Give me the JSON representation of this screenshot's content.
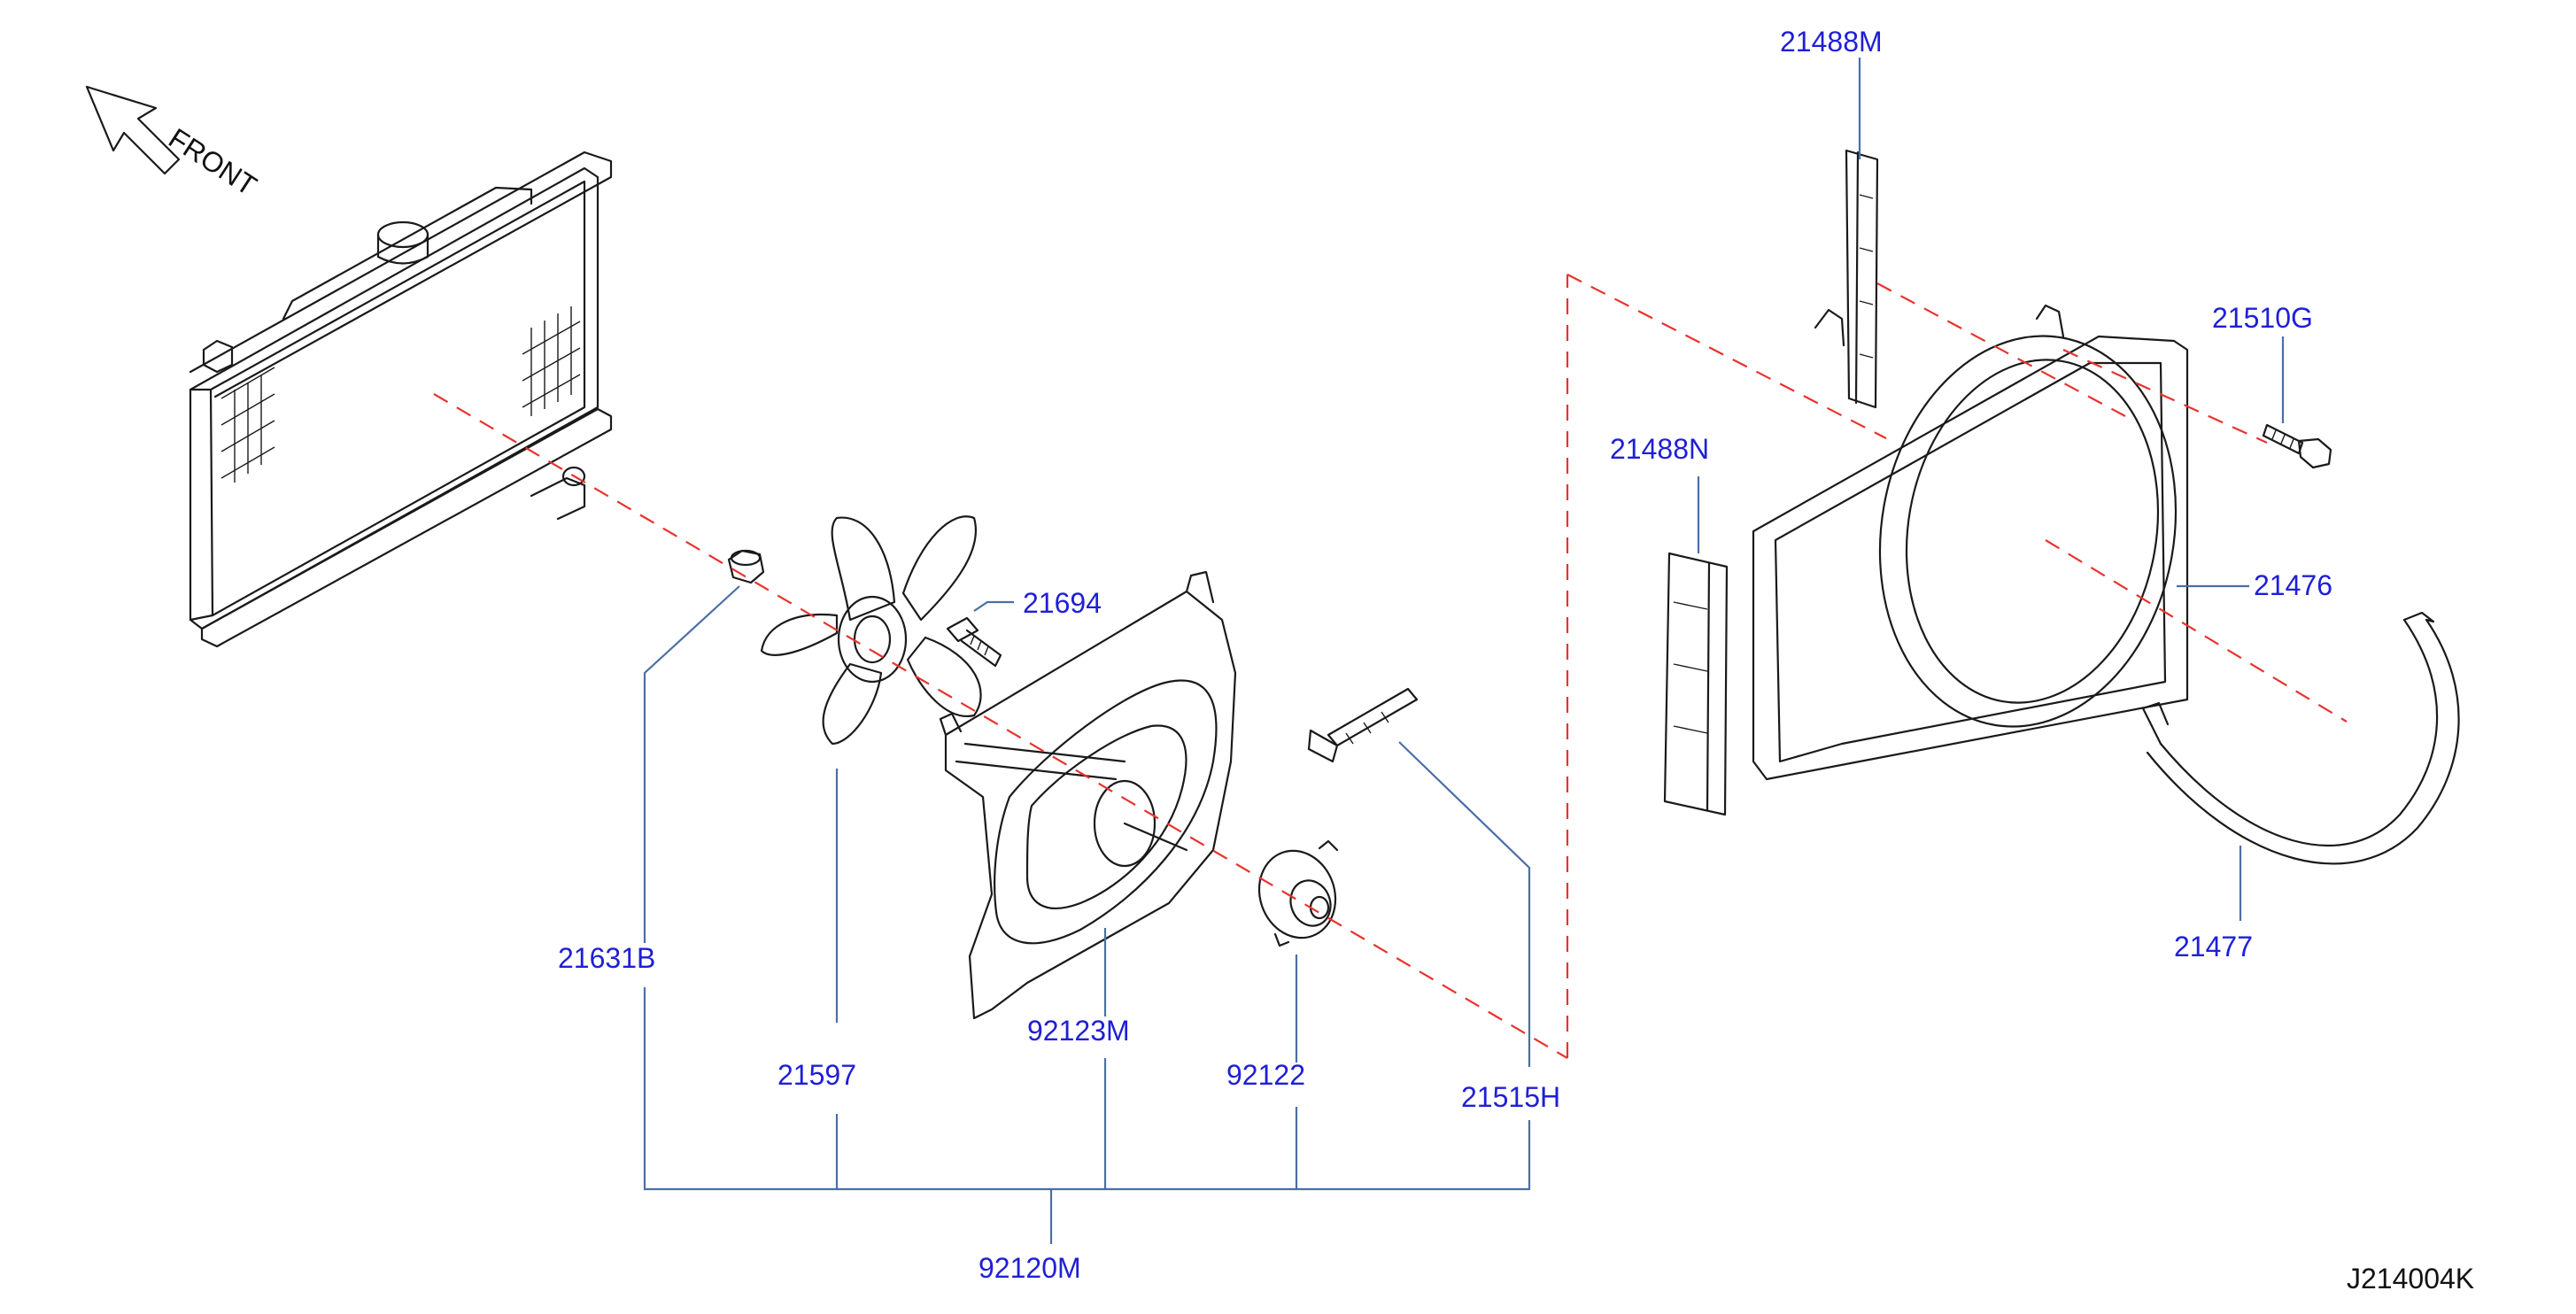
{
  "diagram": {
    "front_label": "FRONT",
    "reference_code": "J214004K",
    "colors": {
      "callout_text": "#1f1fd6",
      "leader_line": "#4a6fa5",
      "dashed_guide": "#e8332f",
      "part_outline": "#1a1a1a"
    },
    "callouts": {
      "c21631B": "21631B",
      "c21597": "21597",
      "c21694": "21694",
      "c92123M": "92123M",
      "c92122": "92122",
      "c21515H": "21515H",
      "c92120M": "92120M",
      "c21488M": "21488M",
      "c21488N": "21488N",
      "c21510G": "21510G",
      "c21476": "21476",
      "c21477": "21477"
    }
  }
}
